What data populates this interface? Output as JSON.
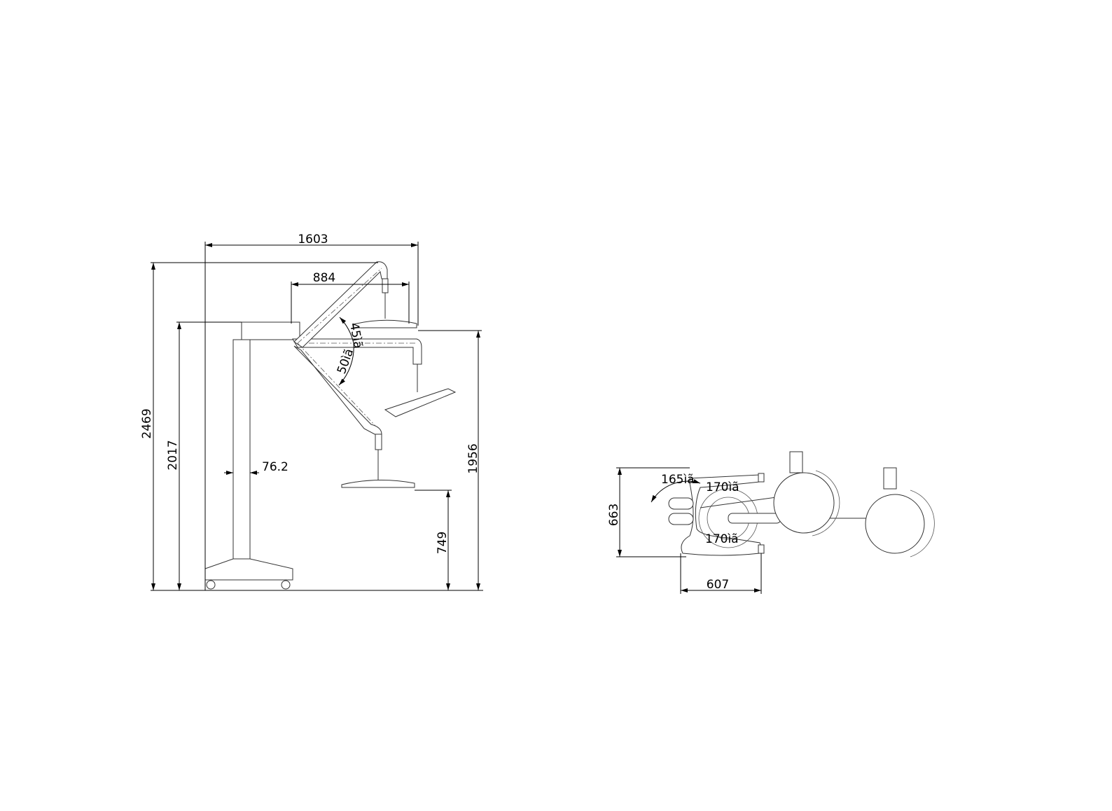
{
  "side_view": {
    "dim_total_width": "1603",
    "dim_arm_reach": "884",
    "dim_max_height": "2469",
    "dim_column_height": "2017",
    "dim_lamp_high": "1956",
    "dim_lamp_low": "749",
    "dim_column_diameter": "76.2",
    "angle_up": "45ìã",
    "angle_down": "50ìã"
  },
  "top_view": {
    "dim_base_width": "663",
    "dim_base_depth": "607",
    "angle_base": "165ìã",
    "angle_arm_top": "170ìã",
    "angle_arm_bottom": "170ìã"
  }
}
